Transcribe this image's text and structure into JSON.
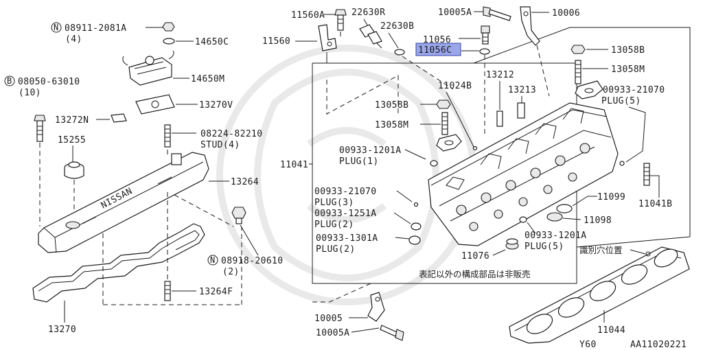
{
  "diagram_code": "Y60",
  "diagram_ref": "AA11020221",
  "note": "表記以外の構成部品は非販売",
  "id_hole_label": "識別穴位置",
  "highlight_color": "#9aa6e8",
  "labels": {
    "p08911": "08911-2081A",
    "p08911_qty": "(4)",
    "p08911_prefix": "N",
    "p14650C": "14650C",
    "p08050": "08050-63010",
    "p08050_qty": "(10)",
    "p08050_prefix": "B",
    "p14650M": "14650M",
    "p13270V": "13270V",
    "p13272N": "13272N",
    "p08224": "08224-82210",
    "p08224_stud": "STUD(4)",
    "p15255": "15255",
    "p13264": "13264",
    "p08918": "08918-20610",
    "p08918_qty": "(2)",
    "p08918_prefix": "N",
    "p13264F": "13264F",
    "p13270": "13270",
    "p11560A": "11560A",
    "p22630R": "22630R",
    "p22630B": "22630B",
    "p11560": "11560",
    "p10005A_top": "10005A",
    "p10006": "10006",
    "p11056": "11056",
    "p11056C": "11056C",
    "p13058B_r": "13058B",
    "p13058M_r": "13058M",
    "p13212": "13212",
    "p11024B": "11024B",
    "p13213": "13213",
    "p00933_21070_r": "00933-21070",
    "plug5_r": "PLUG(5)",
    "p13058B_c": "13058B",
    "p13058M_c": "13058M",
    "p00933_1201A_a": "00933-1201A",
    "plug1": "PLUG(1)",
    "p11041": "11041",
    "p00933_21070_l": "00933-21070",
    "plug3": "PLUG(3)",
    "p00933_1251A": "00933-1251A",
    "plug2_a": "PLUG(2)",
    "p00933_1301A": "00933-1301A",
    "plug2_b": "PLUG(2)",
    "p11076": "11076",
    "p00933_1201A_b": "00933-1201A",
    "plug5_b": "PLUG(5)",
    "p11099": "11099",
    "p11098": "11098",
    "p11041B": "11041B",
    "p10005": "10005",
    "p10005A_bot": "10005A",
    "p11044": "11044",
    "head_cover_text": "NISSAN"
  }
}
